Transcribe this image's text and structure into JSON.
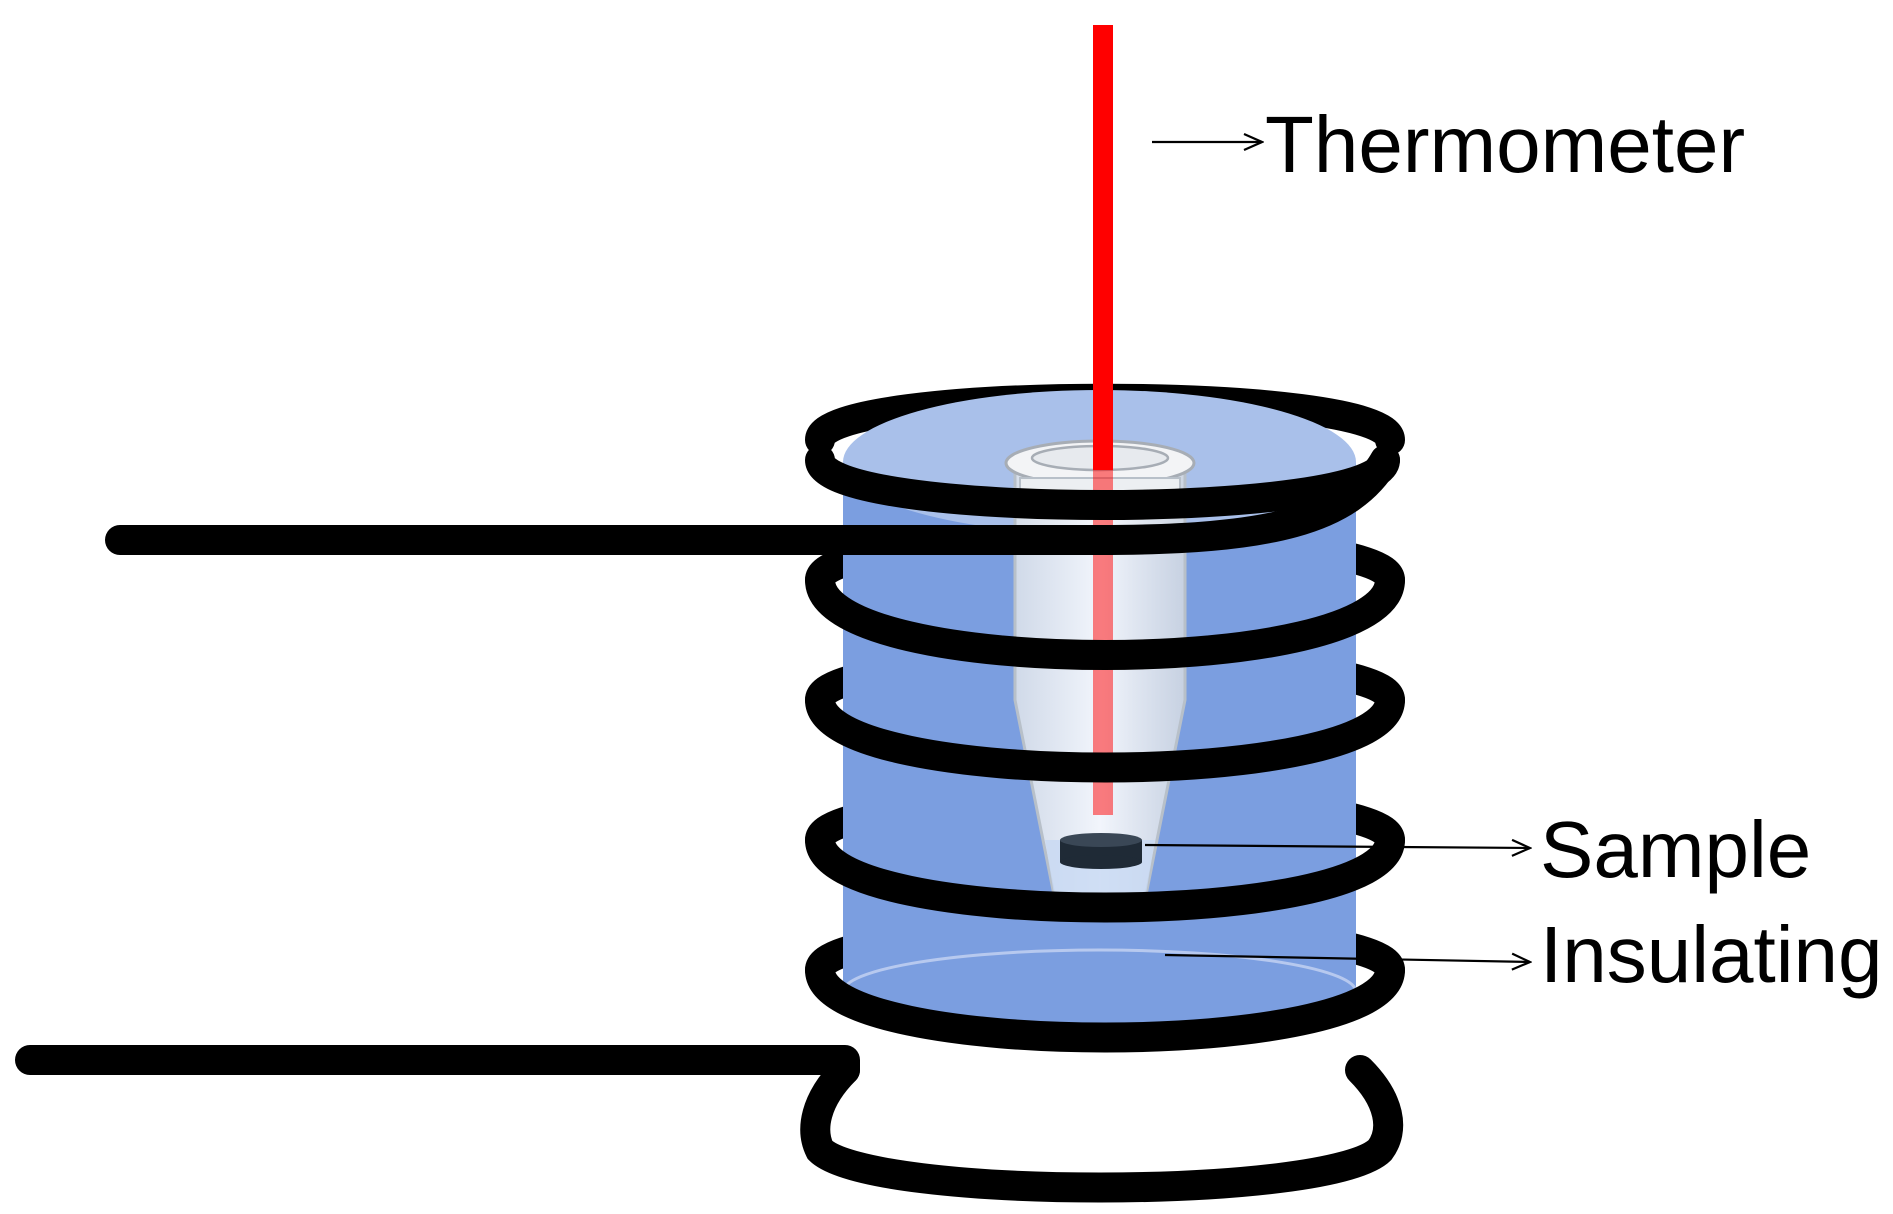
{
  "labels": {
    "thermometer": "Thermometer",
    "sample": "Sample",
    "insulating": "Insulating"
  },
  "colors": {
    "thermometer": "#ff0000",
    "insulator_body": "#7b9ee0",
    "insulator_top": "#a9c0ea",
    "coil": "#000000",
    "sample": "#1f2a36"
  }
}
